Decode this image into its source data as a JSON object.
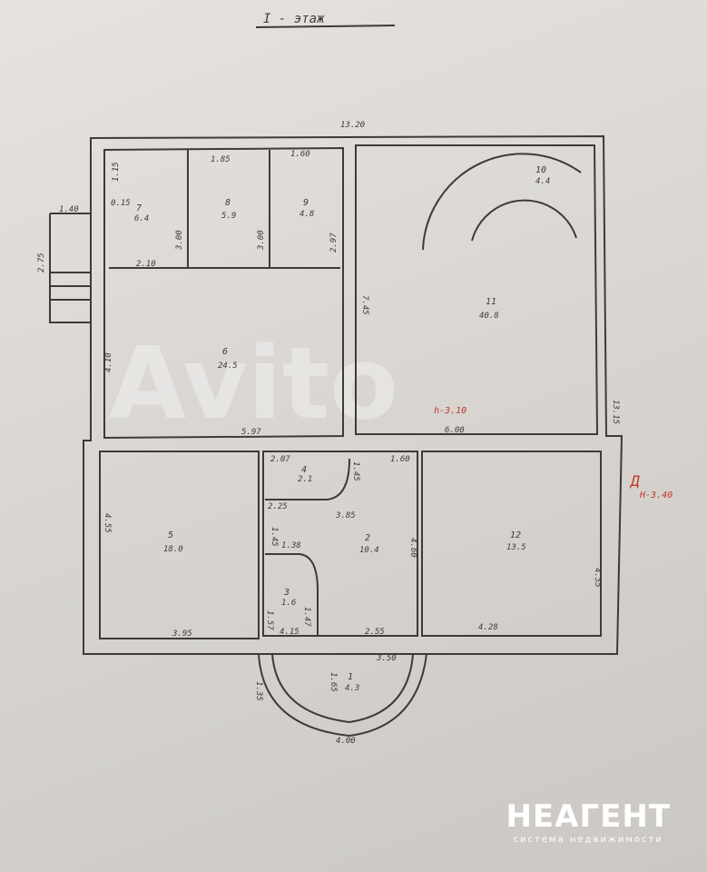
{
  "title": "I - этаж",
  "rooms": [
    {
      "no": "7",
      "area": "6.4"
    },
    {
      "no": "8",
      "area": "5.9"
    },
    {
      "no": "9",
      "area": "4.8"
    },
    {
      "no": "6",
      "area": "24.5"
    },
    {
      "no": "11",
      "area": "40.8"
    },
    {
      "no": "10",
      "area": "4.4"
    },
    {
      "no": "5",
      "area": "18.0"
    },
    {
      "no": "4",
      "area": "2.1"
    },
    {
      "no": "2",
      "area": "10.4"
    },
    {
      "no": "3",
      "area": "1.6"
    },
    {
      "no": "12",
      "area": "13.5"
    },
    {
      "no": "1",
      "area": "4.3"
    }
  ],
  "dims": [
    "13.20",
    "1.40",
    "2.75",
    "1.60",
    "1.85",
    "1.15",
    "0.15",
    "3.00",
    "3.00",
    "2.97",
    "2.10",
    "4.10",
    "5.97",
    "7.45",
    "13.15",
    "6.00",
    "1.60",
    "2.07",
    "1.45",
    "2.25",
    "3.85",
    "1.38",
    "1.45",
    "4.60",
    "4.55",
    "4.55",
    "3.95",
    "4.15",
    "1.57",
    "1.47",
    "2.55",
    "4.28",
    "3.50",
    "1.35",
    "1.65",
    "4.00"
  ],
  "height_note": "h-3.10",
  "annotation": {
    "mark": "Д",
    "height": "H-3.40"
  },
  "watermark": "Avito",
  "logo": {
    "name": "НЕАГЕНТ",
    "tagline": "система недвижимости"
  }
}
